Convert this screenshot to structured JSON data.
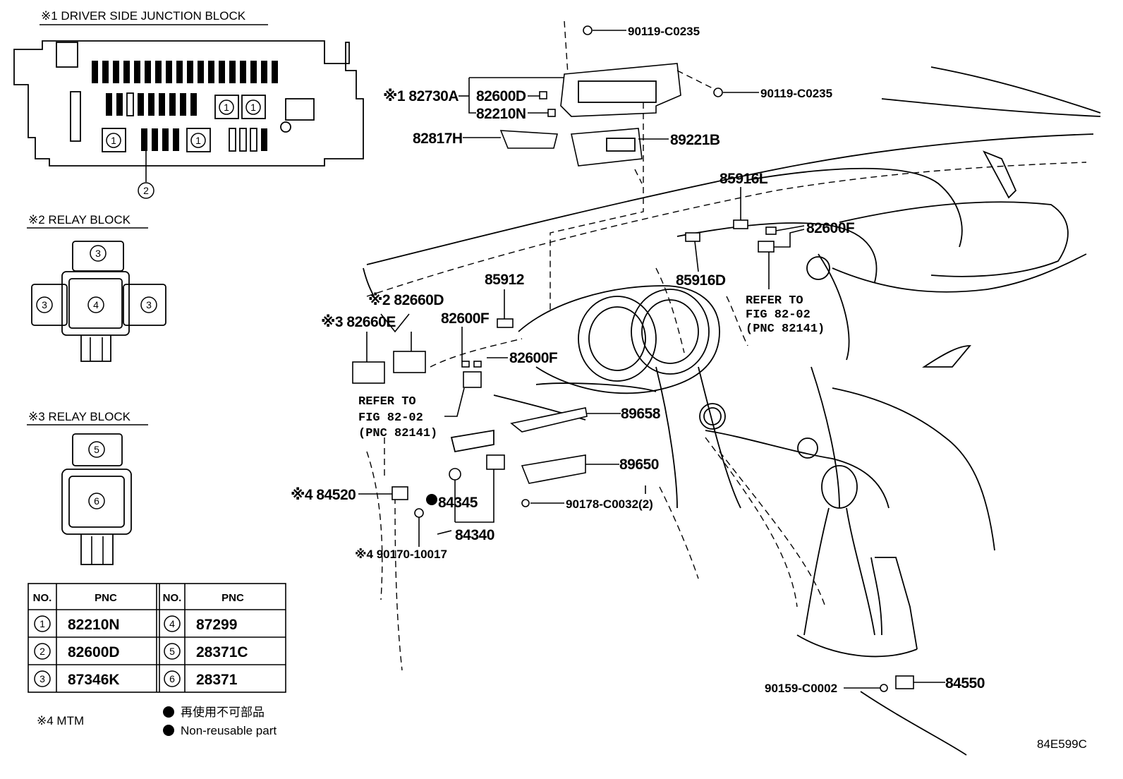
{
  "sections": {
    "junction_block": "※1 DRIVER SIDE JUNCTION BLOCK",
    "relay_block_2": "※2 RELAY BLOCK",
    "relay_block_3": "※3 RELAY BLOCK"
  },
  "markers": {
    "j1": "1",
    "j2": "2",
    "r3": "3",
    "r4": "4",
    "r5": "5",
    "r6": "6"
  },
  "parts": {
    "p90119_a": "90119-C0235",
    "p90119_b": "90119-C0235",
    "p82730A": "※1 82730A",
    "p82600D": "82600D",
    "p82210N": "82210N",
    "p82817H": "82817H",
    "p89221B": "89221B",
    "p85916L": "85916L",
    "p82600F_a": "82600F",
    "p85916D": "85916D",
    "p85912": "85912",
    "p82660D": "※2 82660D",
    "p82660E": "※3 82660E",
    "p82600F_b": "82600F",
    "p82600F_c": "82600F",
    "p89658": "89658",
    "p89650": "89650",
    "p90178": "90178-C0032(2)",
    "p84520": "※4 84520",
    "p84345": "84345",
    "p84340": "84340",
    "p90170": "※4 90170-10017",
    "p90159": "90159-C0002",
    "p84550": "84550"
  },
  "refer_right": [
    "REFER TO",
    "FIG 82-02",
    "(PNC 82141)"
  ],
  "refer_left": [
    "REFER TO",
    "FIG 82-02",
    "(PNC 82141)"
  ],
  "table": {
    "headers": [
      "NO.",
      "PNC",
      "NO.",
      "PNC"
    ],
    "rows": [
      {
        "no_a": "1",
        "pnc_a": "82210N",
        "no_b": "4",
        "pnc_b": "87299"
      },
      {
        "no_a": "2",
        "pnc_a": "82600D",
        "no_b": "5",
        "pnc_b": "28371C"
      },
      {
        "no_a": "3",
        "pnc_a": "87346K",
        "no_b": "6",
        "pnc_b": "28371"
      }
    ]
  },
  "notes": {
    "mtm": "※4 MTM",
    "legend_jp": "再使用不可部品",
    "legend_en": "Non-reusable part"
  },
  "figure_code": "84E599C"
}
